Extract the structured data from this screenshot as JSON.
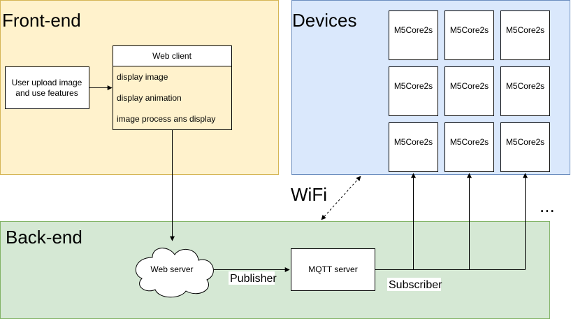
{
  "regions": {
    "frontend": {
      "title": "Front-end",
      "fill": "#fff2cc",
      "stroke": "#d6b656"
    },
    "devices": {
      "title": "Devices",
      "fill": "#dae8fc",
      "stroke": "#6c8ebf"
    },
    "backend": {
      "title": "Back-end",
      "fill": "#d5e8d4",
      "stroke": "#82b366"
    }
  },
  "user_box": {
    "line1": "User upload image",
    "line2": "and use features"
  },
  "web_client": {
    "header": "Web client",
    "items": [
      "display image",
      "display animation",
      "image process ans display"
    ]
  },
  "device_grid": {
    "rows": [
      [
        "M5Core2s",
        "M5Core2s",
        "M5Core2s"
      ],
      [
        "M5Core2s",
        "M5Core2s",
        "M5Core2s"
      ],
      [
        "M5Core2s",
        "M5Core2s",
        "M5Core2s"
      ]
    ]
  },
  "web_server": "Web server",
  "mqtt_server": "MQTT server",
  "edge_labels": {
    "wifi": "WiFi",
    "publisher": "Publisher",
    "subscriber": "Subscriber",
    "more": "..."
  }
}
